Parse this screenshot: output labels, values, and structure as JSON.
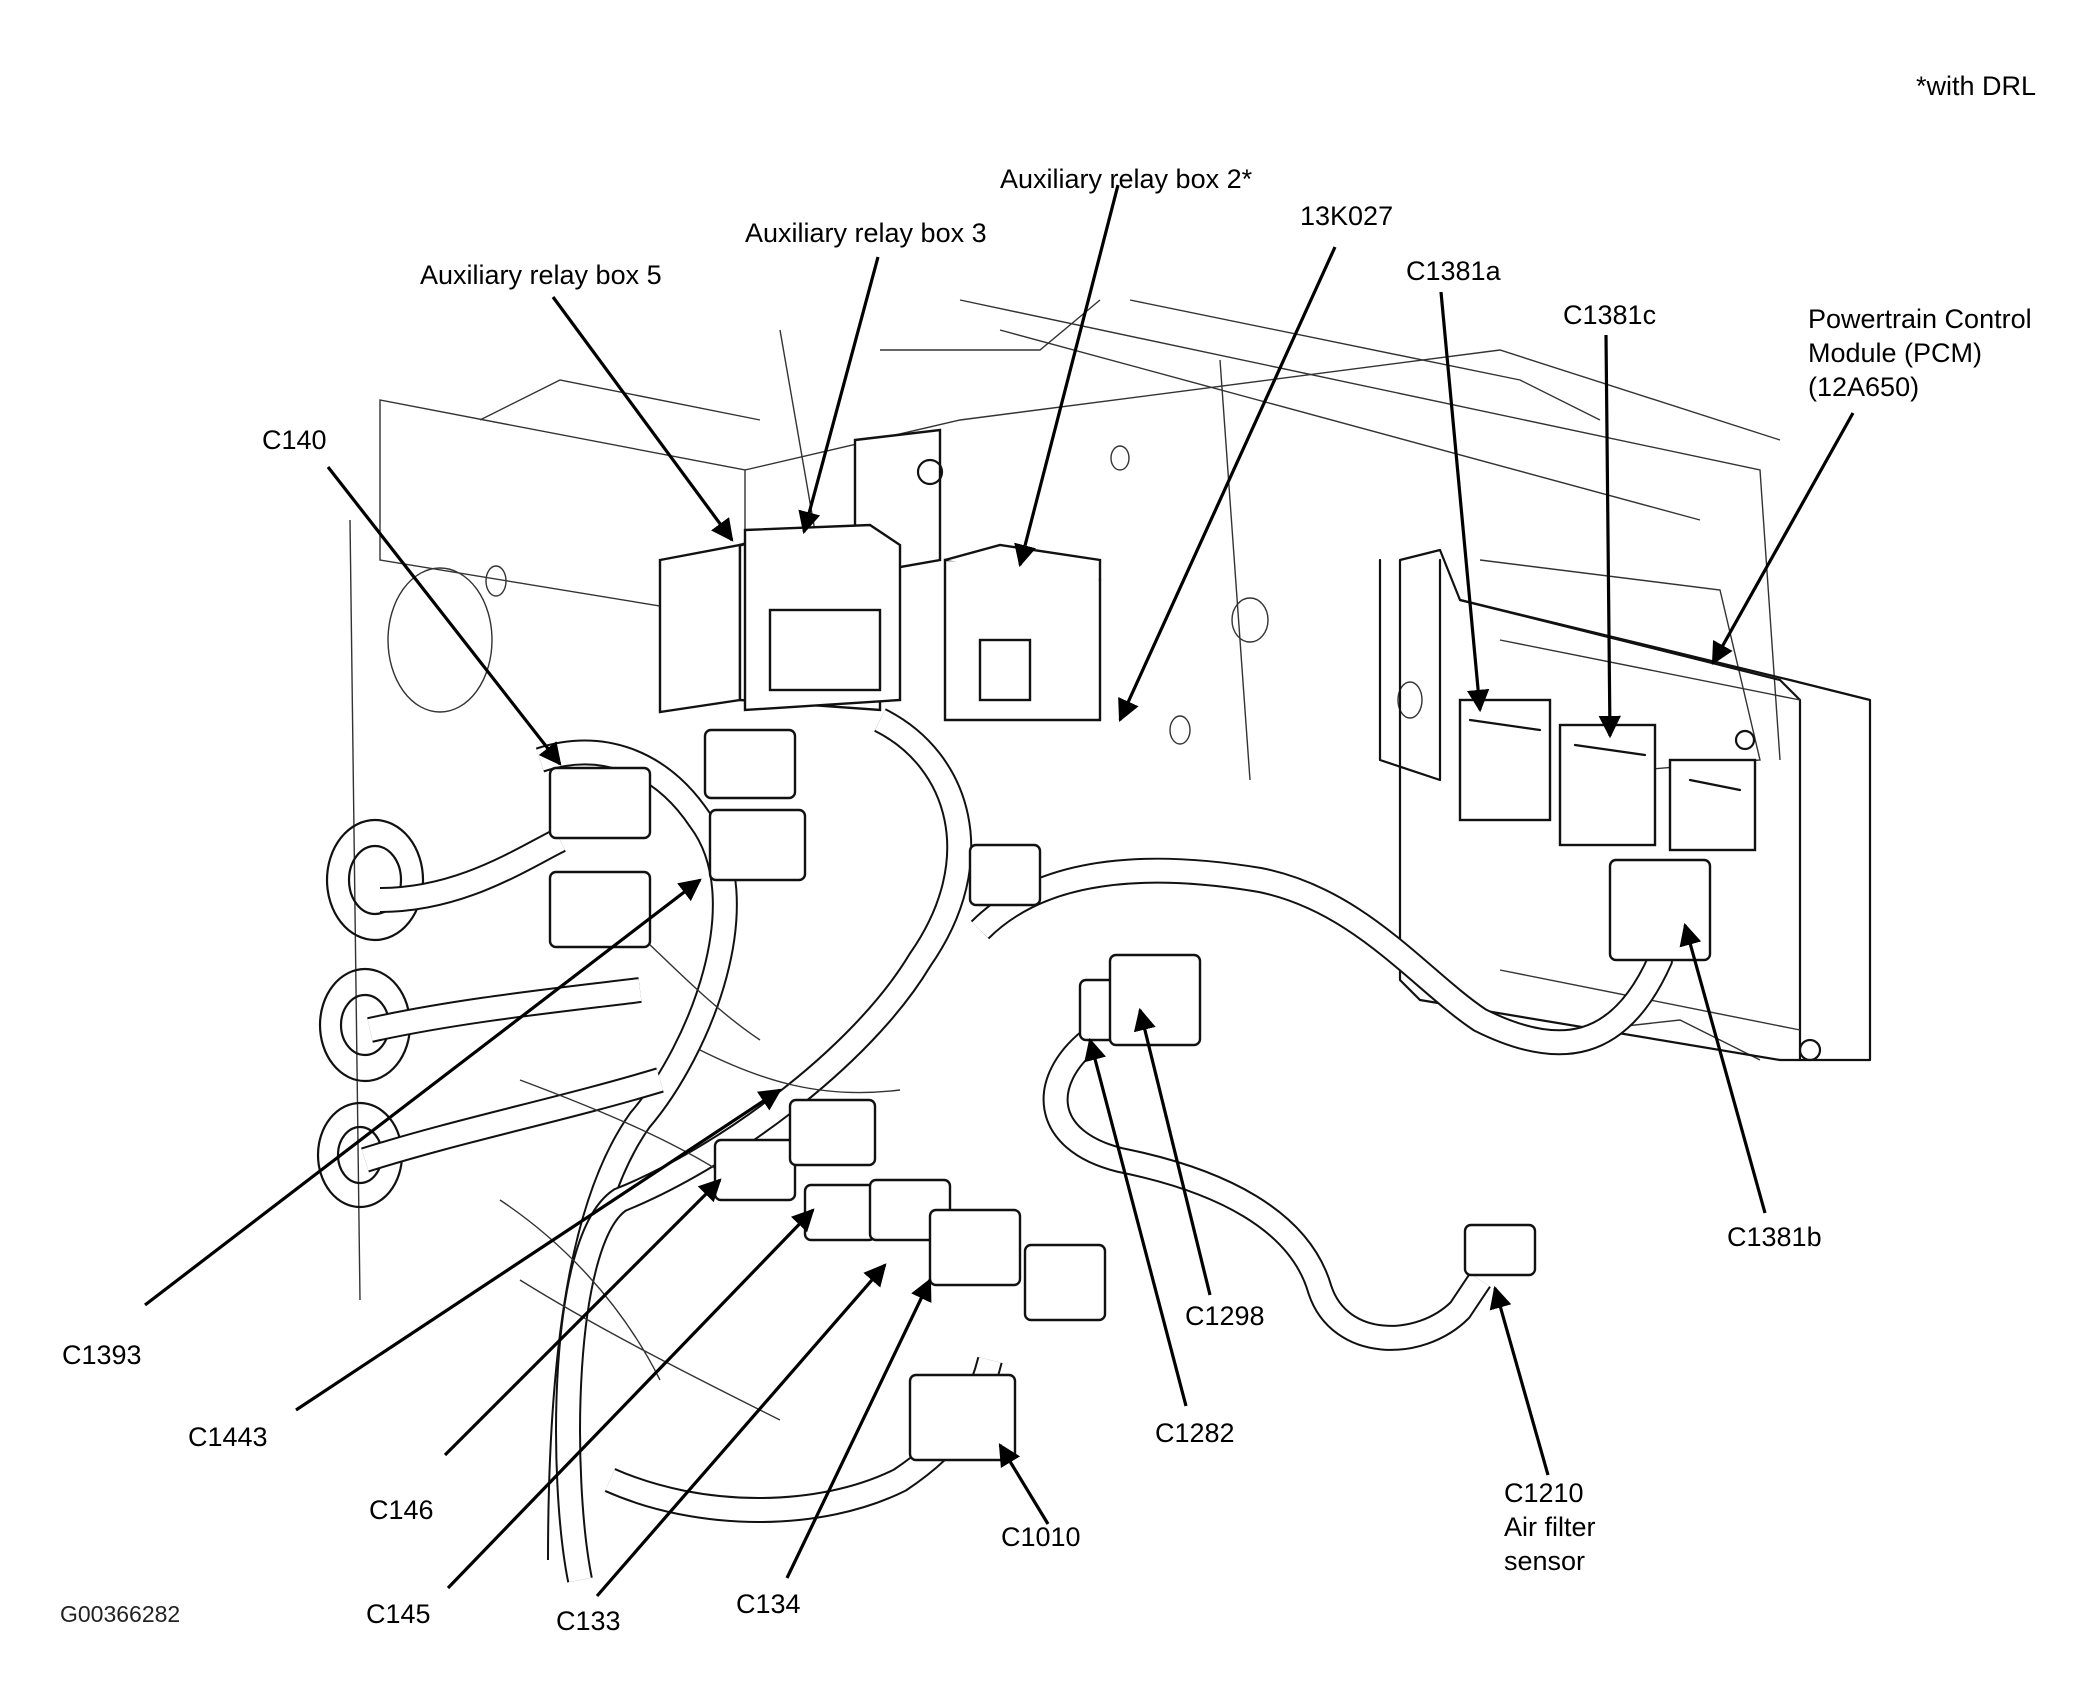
{
  "note": "*with DRL",
  "figure_id": "G00366282",
  "callouts": {
    "aux_relay_box_2": "Auxiliary relay box 2*",
    "aux_relay_box_3": "Auxiliary relay box 3",
    "aux_relay_box_5": "Auxiliary relay box 5",
    "part_13k027": "13K027",
    "c1381a": "C1381a",
    "c1381c": "C1381c",
    "pcm_line1": "Powertrain Control",
    "pcm_line2": "Module (PCM)",
    "pcm_line3": "(12A650)",
    "c140": "C140",
    "c1393": "C1393",
    "c1443": "C1443",
    "c146": "C146",
    "c145": "C145",
    "c133": "C133",
    "c134": "C134",
    "c1010": "C1010",
    "c1282": "C1282",
    "c1298": "C1298",
    "c1381b": "C1381b",
    "c1210_line1": "C1210",
    "c1210_line2": "Air filter",
    "c1210_line3": "sensor"
  }
}
